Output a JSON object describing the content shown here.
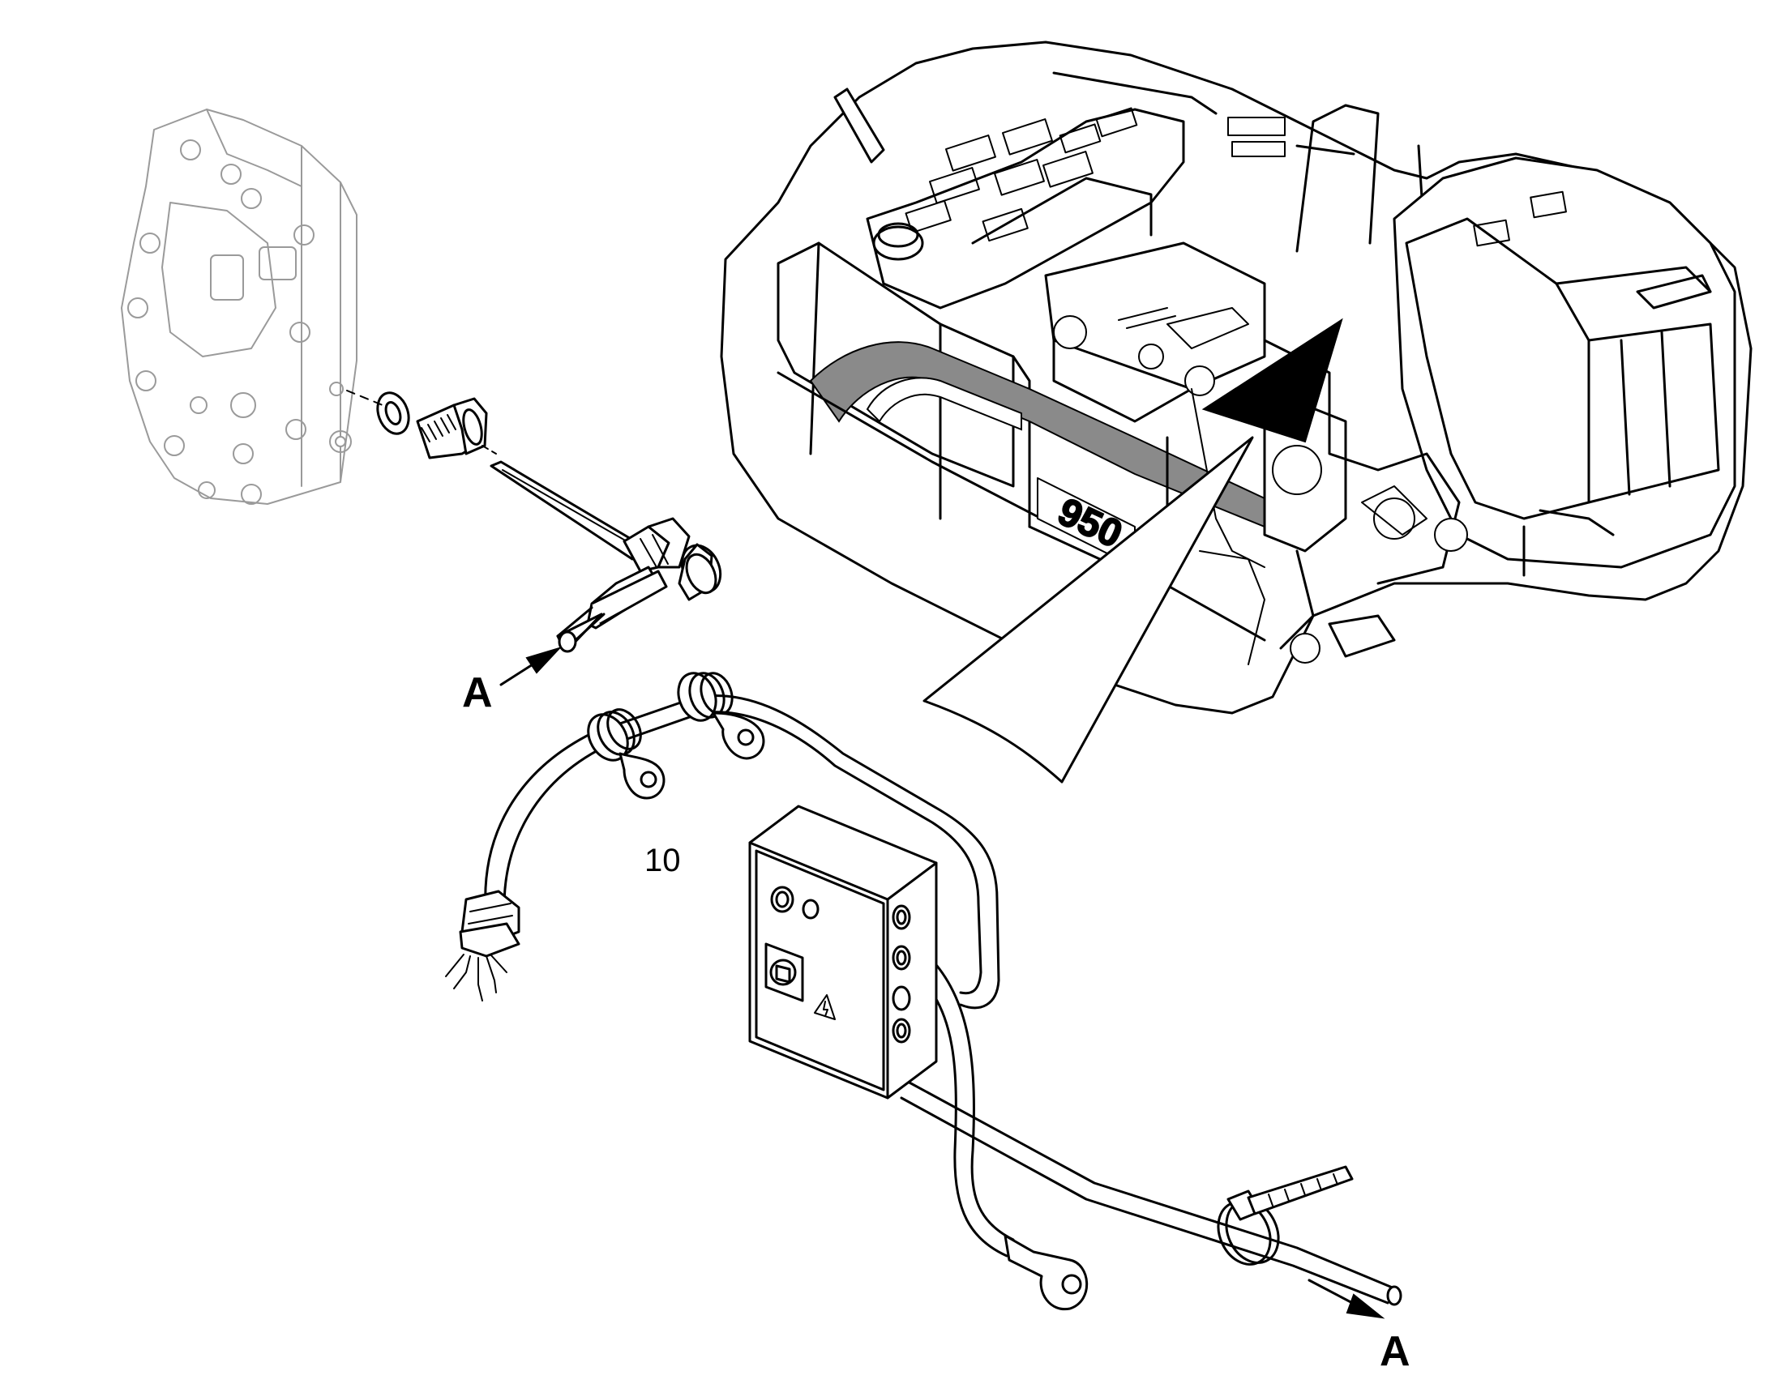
{
  "callouts": {
    "connector_start": "A",
    "connector_end": "A"
  },
  "items": {
    "control_box": "10"
  },
  "machine": {
    "model_badge": "950"
  },
  "colors": {
    "line": "#000000",
    "faint_line": "#9a9a9a",
    "stripe": "#8a8a8a",
    "background": "#ffffff"
  }
}
